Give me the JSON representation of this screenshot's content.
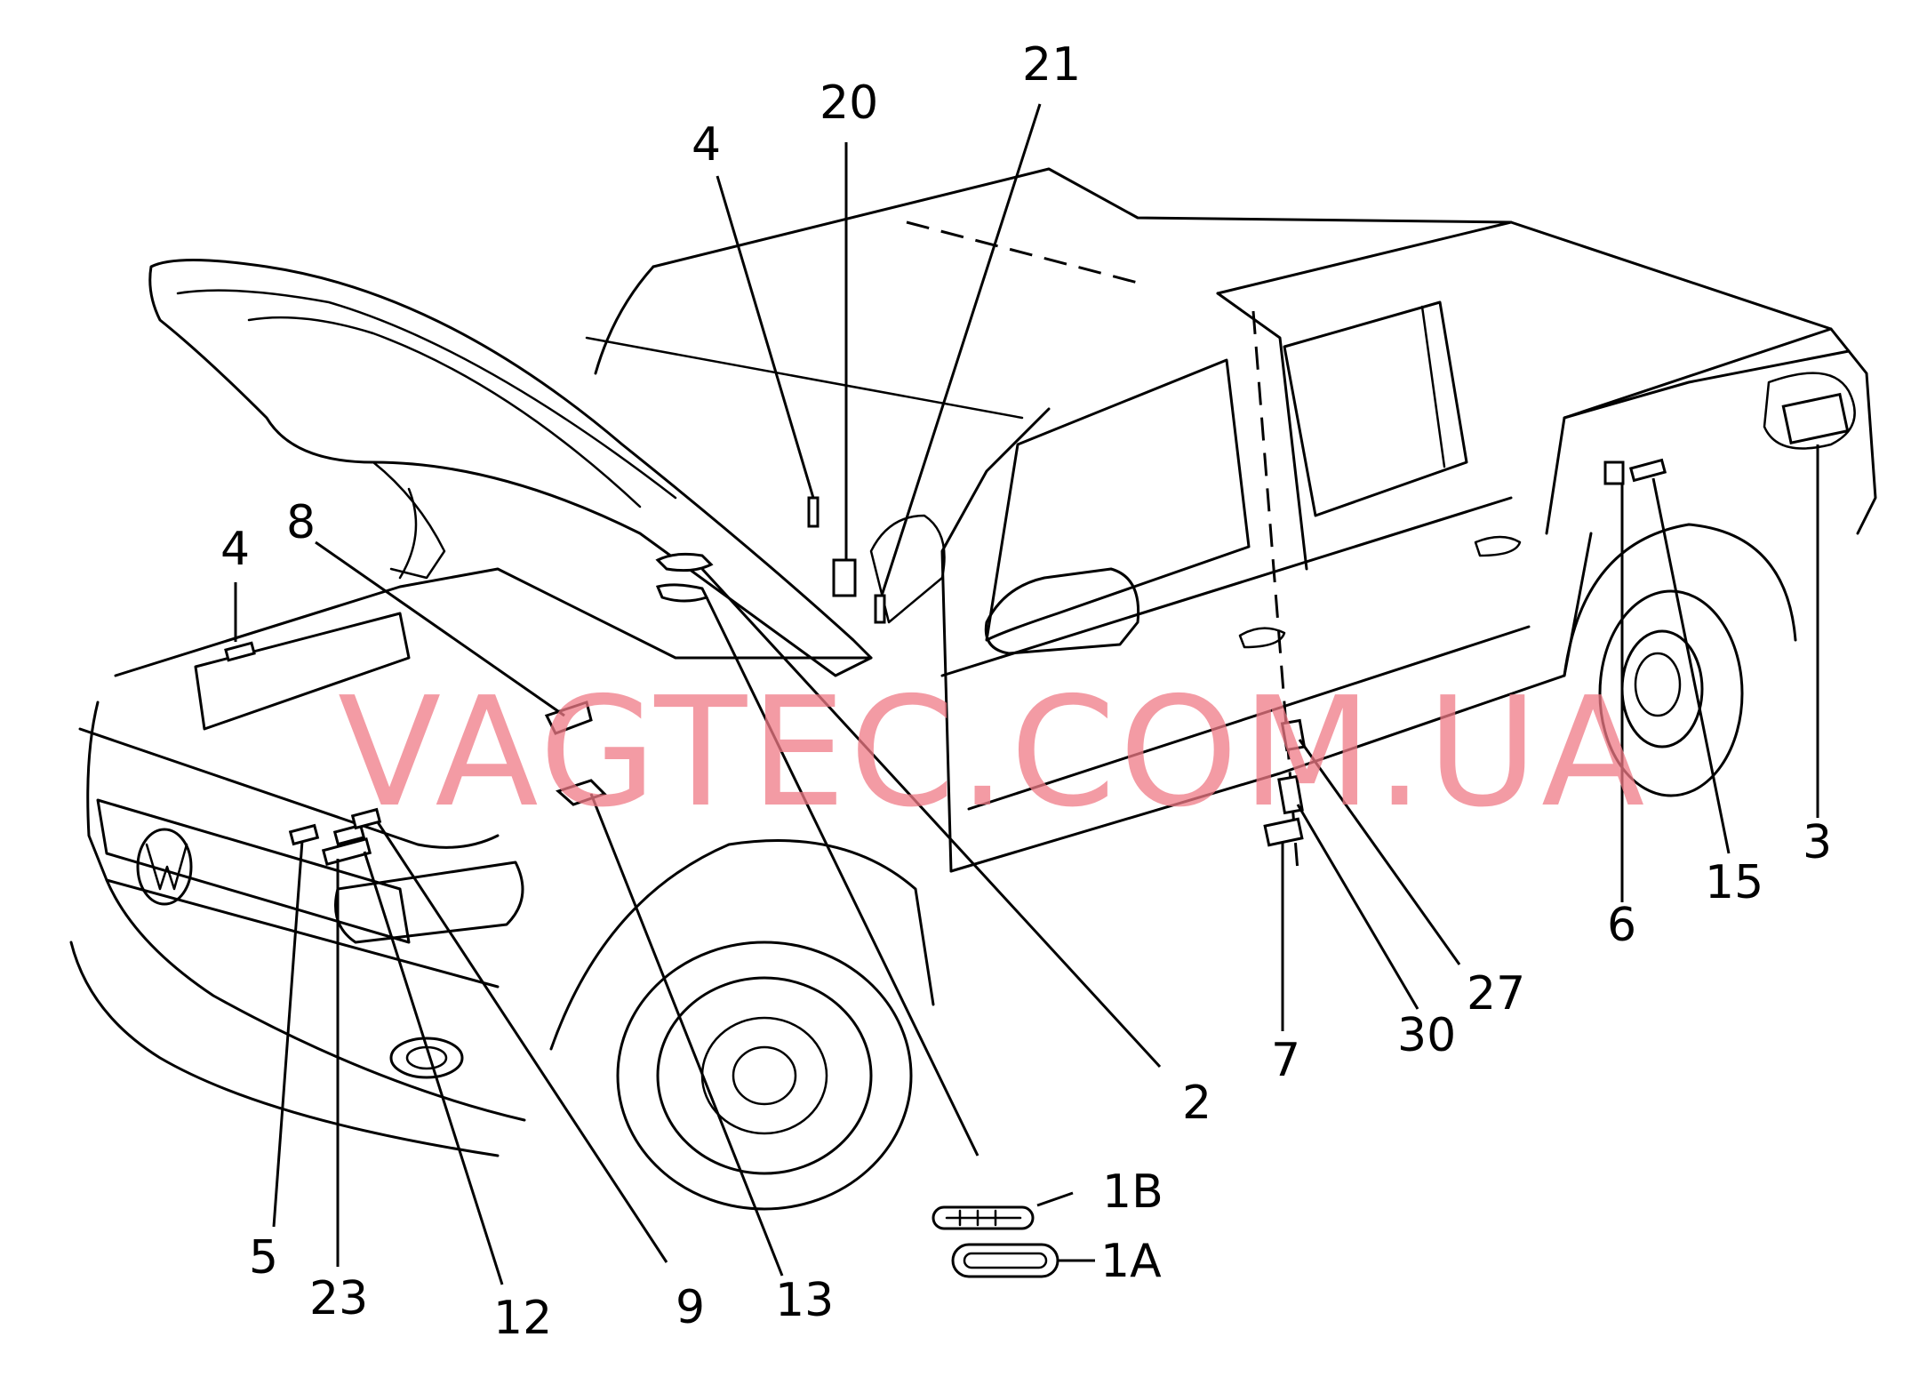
{
  "watermark": "VAGTEC.COM.UA",
  "callouts": {
    "c1A": "1A",
    "c1B": "1B",
    "c2": "2",
    "c3": "3",
    "c4_top": "4",
    "c4_left": "4",
    "c5": "5",
    "c6": "6",
    "c7": "7",
    "c8": "8",
    "c9": "9",
    "c12": "12",
    "c13": "13",
    "c15": "15",
    "c20": "20",
    "c21": "21",
    "c23": "23",
    "c27": "27",
    "c30": "30"
  },
  "colors": {
    "line": "#000000",
    "watermark": "#f07a86",
    "background": "#ffffff"
  }
}
